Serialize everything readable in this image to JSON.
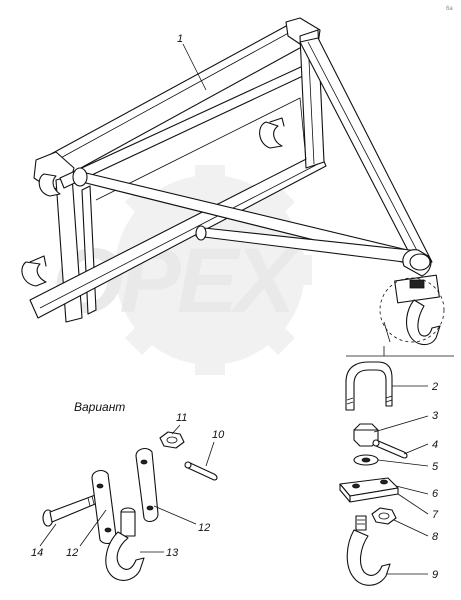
{
  "corner_code": "6a",
  "watermark": "OPEX",
  "variant_caption": "Вариант",
  "callouts": {
    "c1": "1",
    "c2": "2",
    "c3": "3",
    "c4": "4",
    "c5": "5",
    "c6": "6",
    "c7": "7",
    "c8": "8",
    "c9": "9",
    "c10": "10",
    "c11": "11",
    "c12a": "12",
    "c12b": "12",
    "c13": "13",
    "c14": "14"
  }
}
